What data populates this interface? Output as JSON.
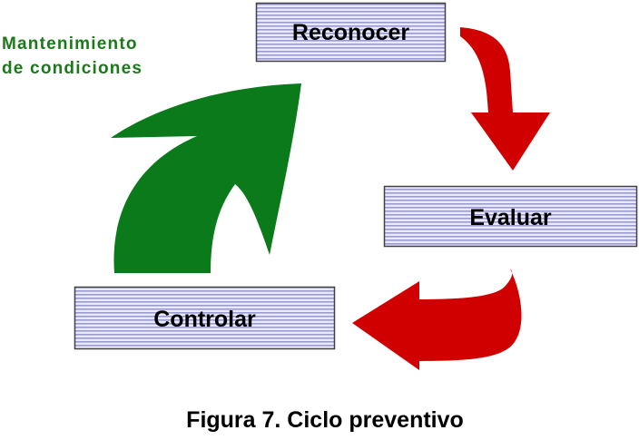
{
  "boxes": {
    "reconocer": "Reconocer",
    "evaluar": "Evaluar",
    "controlar": "Controlar"
  },
  "side_label": {
    "line1": "Mantenimiento",
    "line2": "de condiciones"
  },
  "caption": "Figura 7. Ciclo preventivo",
  "colors": {
    "box_fill": "#eaeaff",
    "box_stripe": "#9a9ad2",
    "box_border": "#404040",
    "red_arrow": "#d00000",
    "green_arrow": "#0a7a1a",
    "green_text": "#1a7a1a"
  }
}
